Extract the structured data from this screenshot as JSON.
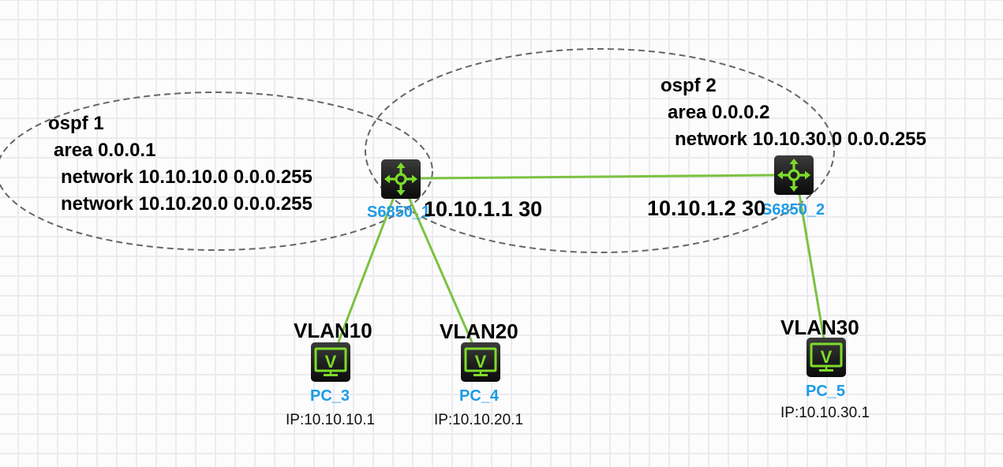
{
  "ospf_areas": [
    {
      "id": "ospf1",
      "lines": [
        "ospf 1",
        "area 0.0.0.1",
        "network 10.10.10.0 0.0.0.255",
        "network 10.10.20.0 0.0.0.255"
      ]
    },
    {
      "id": "ospf2",
      "lines": [
        "ospf 2",
        "area 0.0.0.2",
        "network 10.10.30.0 0.0.0.255"
      ]
    }
  ],
  "switches": [
    {
      "name": "S6850_1",
      "interface_ip": "10.10.1.1 30",
      "icon": "router-switch-icon"
    },
    {
      "name": "S6850_2",
      "interface_ip": "10.10.1.2 30",
      "icon": "router-switch-icon"
    }
  ],
  "hosts": [
    {
      "vlan": "VLAN10",
      "name": "PC_3",
      "ip": "IP:10.10.10.1",
      "icon": "pc-monitor-icon",
      "icon_letter": "V"
    },
    {
      "vlan": "VLAN20",
      "name": "PC_4",
      "ip": "IP:10.10.20.1",
      "icon": "pc-monitor-icon",
      "icon_letter": "V"
    },
    {
      "vlan": "VLAN30",
      "name": "PC_5",
      "ip": "IP:10.10.30.1",
      "icon": "pc-monitor-icon",
      "icon_letter": "V"
    }
  ],
  "links": [
    {
      "from": "S6850_1",
      "to": "S6850_2"
    },
    {
      "from": "S6850_1",
      "to": "PC_3"
    },
    {
      "from": "S6850_1",
      "to": "PC_4"
    },
    {
      "from": "S6850_2",
      "to": "PC_5"
    }
  ],
  "colors": {
    "link": "#7cc242",
    "device_name": "#1e9be6",
    "icon_glyph": "#7ddc2a",
    "area_outline": "#666666"
  }
}
